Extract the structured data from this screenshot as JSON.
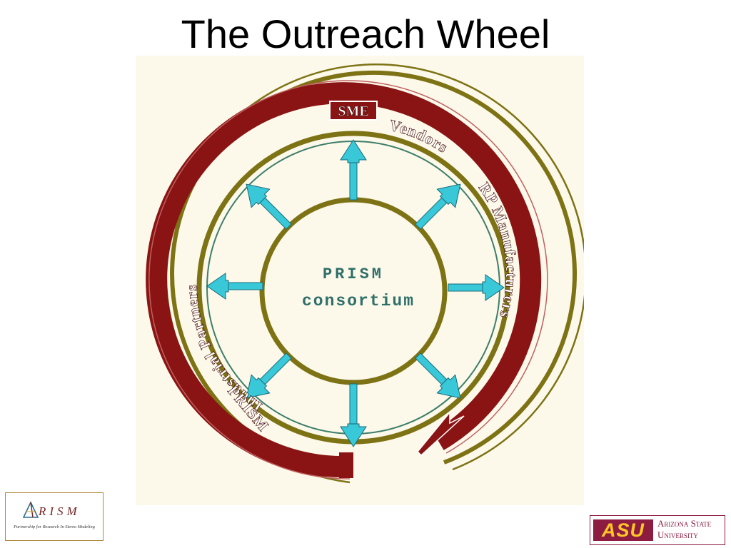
{
  "slide": {
    "title": "The Outreach Wheel"
  },
  "diagram": {
    "center": {
      "line1": "PRISM",
      "line2": "consortium"
    },
    "ring_labels": {
      "sme": "SME",
      "vendors": "Vendors",
      "rp_manufacturers": "RP Manufacturers",
      "industrial_partners": "Industrial Partners",
      "prism": "PRISM"
    },
    "colors": {
      "background": "#fcf9ea",
      "ring_band": "#8a1414",
      "ring_band_edge": "#c06060",
      "outer_rings": "#7d7214",
      "inner_ring": "#3e7e6a",
      "arrows": "#38c8d8",
      "arrow_outline": "#1a6a7a",
      "center_text": "#2f6f6a",
      "label_text": "#ffffff"
    }
  },
  "footer": {
    "prism_logo": {
      "word": "RISM",
      "tagline": "Partnership for Research In Stereo Modeling"
    },
    "asu_logo": {
      "mark": "ASU",
      "line1": "Arizona State",
      "line2": "University"
    }
  }
}
